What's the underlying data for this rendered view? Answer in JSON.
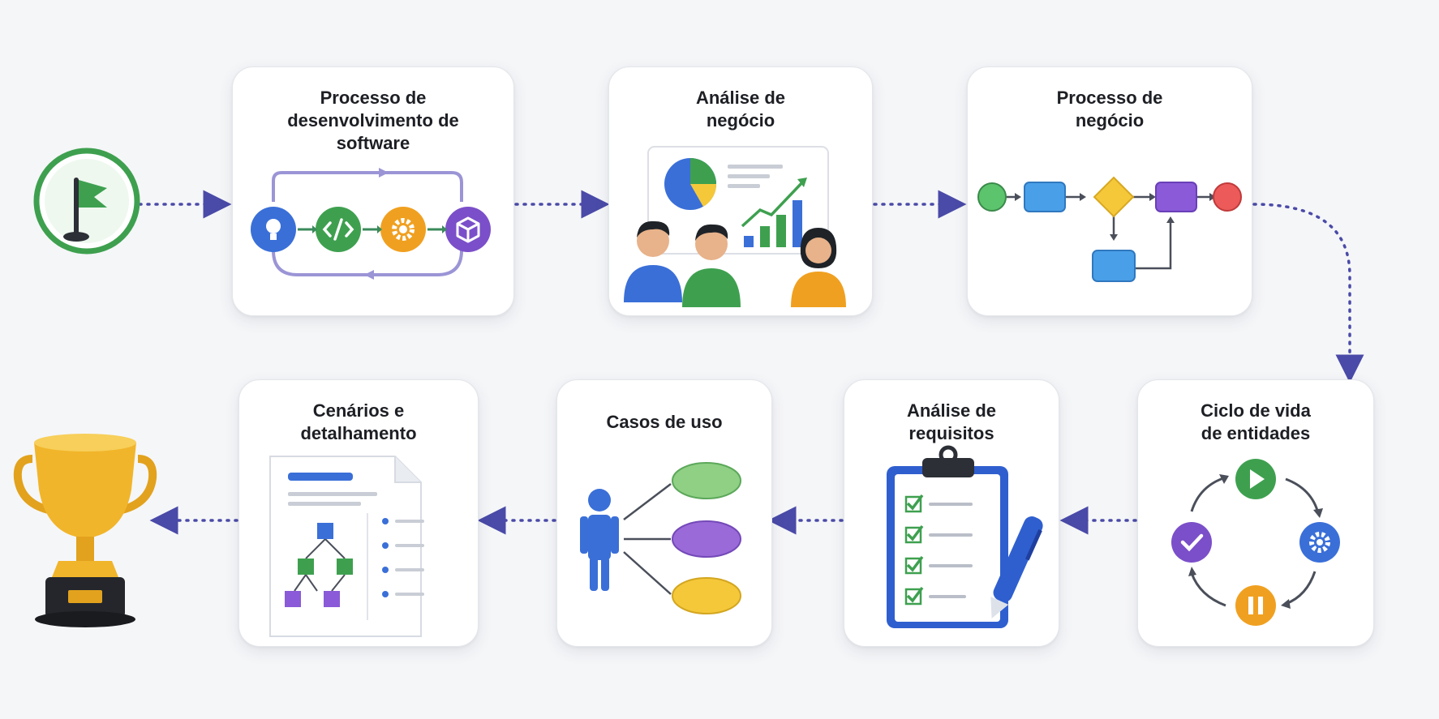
{
  "steps": [
    {
      "id": "processo-desenvolvimento",
      "title": "Processo de\ndesenvolvimento de\nsoftware",
      "icons": [
        "lightbulb-icon",
        "code-icon",
        "gear-icon",
        "cube-icon"
      ]
    },
    {
      "id": "analise-negocio",
      "title": "Análise de\nnegócio",
      "icons": [
        "pie-chart-icon",
        "growth-chart-icon",
        "people-icon"
      ]
    },
    {
      "id": "processo-negocio",
      "title": "Processo de\nnegócio",
      "icons": [
        "start-node-icon",
        "task-icon",
        "decision-icon",
        "end-node-icon"
      ]
    },
    {
      "id": "ciclo-vida",
      "title": "Ciclo de vida\nde entidades",
      "icons": [
        "play-icon",
        "gear-icon",
        "pause-icon",
        "check-icon"
      ]
    },
    {
      "id": "analise-requisitos",
      "title": "Análise de\nrequisitos",
      "icons": [
        "clipboard-icon",
        "checkbox-icon",
        "pen-icon"
      ]
    },
    {
      "id": "casos-uso",
      "title": "Casos de uso",
      "icons": [
        "actor-icon",
        "use-case-ellipse-icon"
      ]
    },
    {
      "id": "cenarios",
      "title": "Cenários e\ndetalhamento",
      "icons": [
        "document-icon",
        "tree-diagram-icon",
        "bullet-list-icon"
      ]
    }
  ],
  "start_icon": "flag-icon",
  "end_icon": "trophy-icon",
  "colors": {
    "connector": "#4a4aa8",
    "green": "#3ea04f",
    "blue": "#3a6fd8",
    "orange": "#f0a020",
    "purple": "#7b4fc9",
    "red": "#e24a4a",
    "yellow": "#f5c83a"
  }
}
